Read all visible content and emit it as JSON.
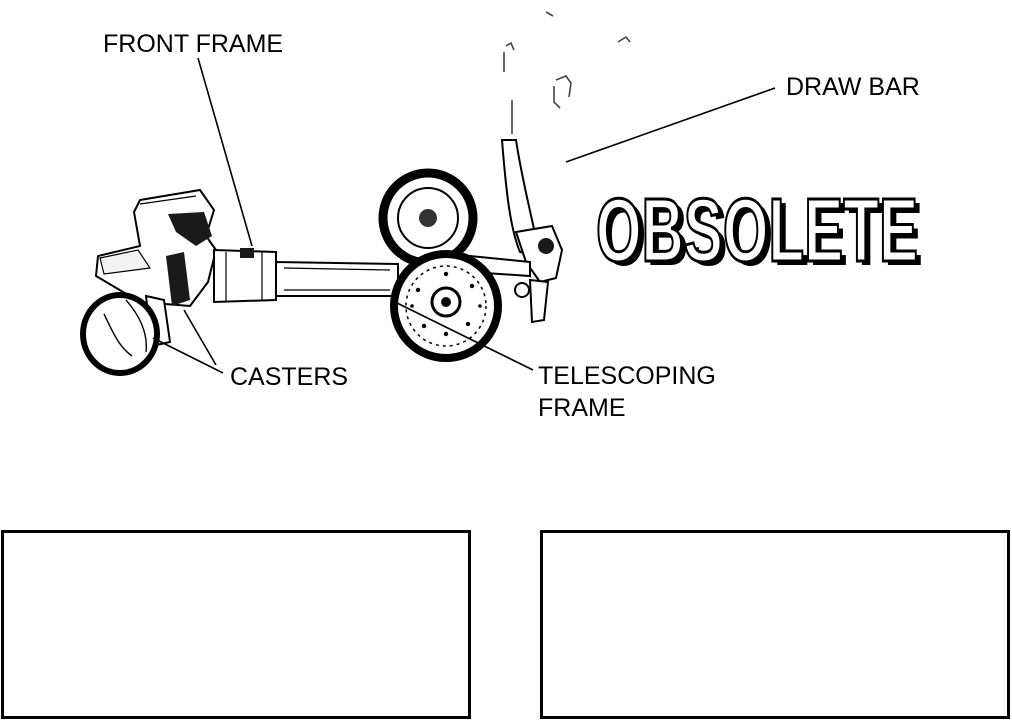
{
  "labels": {
    "front_frame": "FRONT FRAME",
    "draw_bar": "DRAW BAR",
    "casters": "CASTERS",
    "telescoping_frame_line1": "TELESCOPING",
    "telescoping_frame_line2": "FRAME"
  },
  "stamp": {
    "text": "OBSOLETE"
  },
  "colors": {
    "ink": "#000000",
    "paper": "#ffffff"
  }
}
